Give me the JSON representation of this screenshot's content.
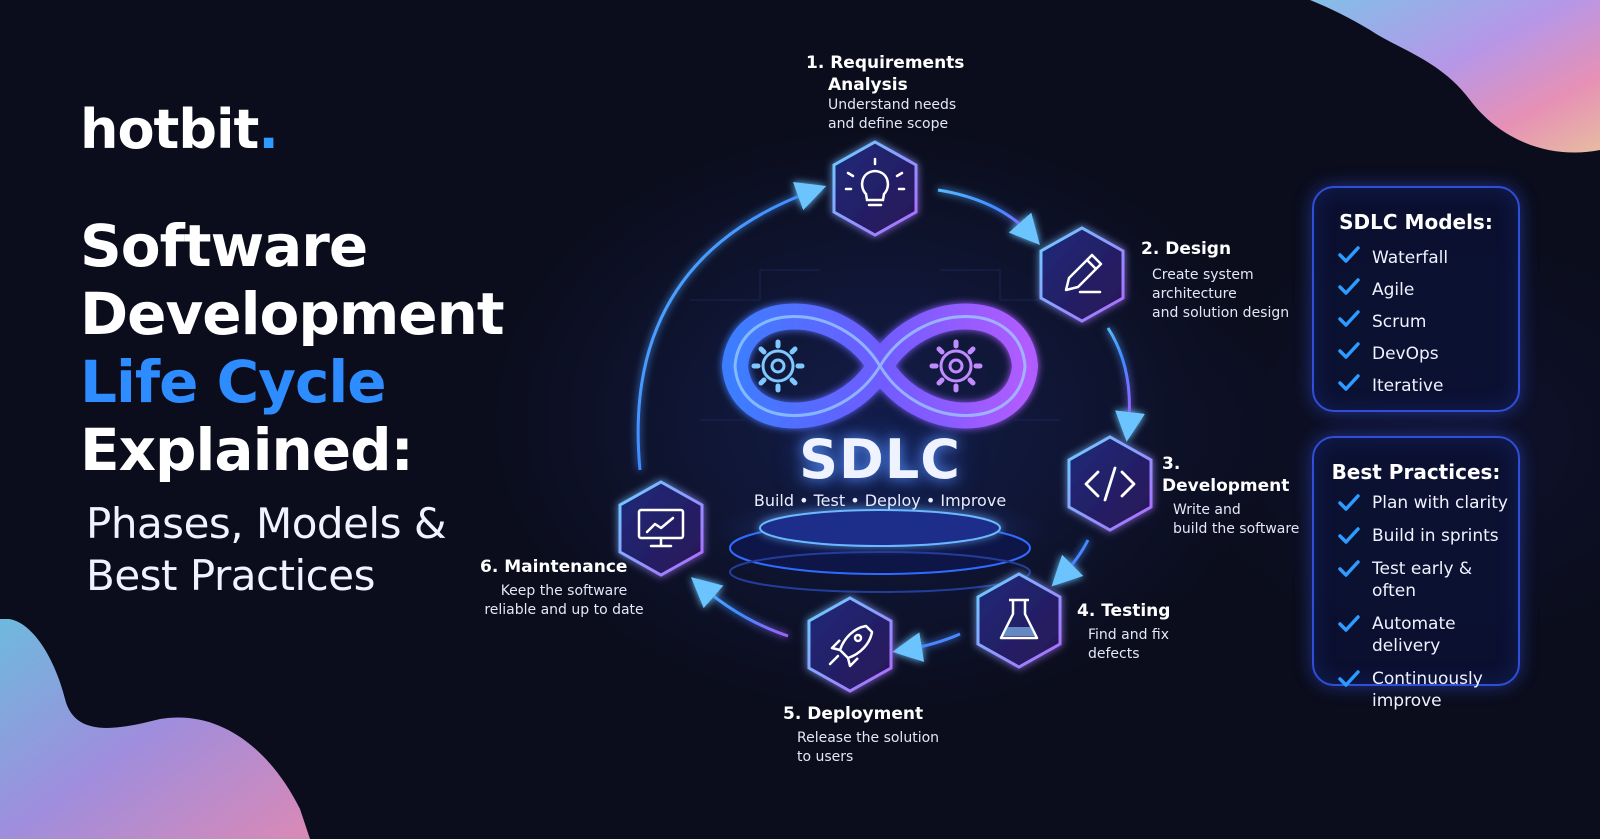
{
  "brand": {
    "name": "hotbit",
    "dot": "."
  },
  "headline": {
    "line1": "Software",
    "line2": "Development",
    "line3": "Life Cycle",
    "line4": "Explained:",
    "sub1": "Phases, Models &",
    "sub2": "Best Practices"
  },
  "core": {
    "title": "SDLC",
    "subtitle": "Build • Test • Deploy • Improve"
  },
  "phases": [
    {
      "title": "1. Requirements",
      "title2": "Analysis",
      "desc": "Understand needs\nand define scope",
      "icon": "lightbulb-icon"
    },
    {
      "title": "2. Design",
      "desc": "Create system\narchitecture\nand solution design",
      "icon": "pencil-icon"
    },
    {
      "title": "3. Development",
      "desc": "Write and\nbuild the software",
      "icon": "code-icon"
    },
    {
      "title": "4. Testing",
      "desc": "Find and fix\ndefects",
      "icon": "flask-icon"
    },
    {
      "title": "5. Deployment",
      "desc": "Release the solution\nto users",
      "icon": "rocket-icon"
    },
    {
      "title": "6. Maintenance",
      "desc": "Keep the software\nreliable and up to date",
      "icon": "monitor-chart-icon"
    }
  ],
  "models": {
    "heading": "SDLC Models:",
    "items": [
      "Waterfall",
      "Agile",
      "Scrum",
      "DevOps",
      "Iterative"
    ]
  },
  "practices": {
    "heading": "Best Practices:",
    "items": [
      "Plan with clarity",
      "Build in sprints",
      "Test early & often",
      "Automate delivery",
      "Continuously improve"
    ]
  },
  "colors": {
    "accent": "#2d8cff",
    "cyan": "#4fc3ff",
    "violet": "#a05cff",
    "panel_border": "#2f4fd8",
    "background": "#0b0d1c"
  }
}
